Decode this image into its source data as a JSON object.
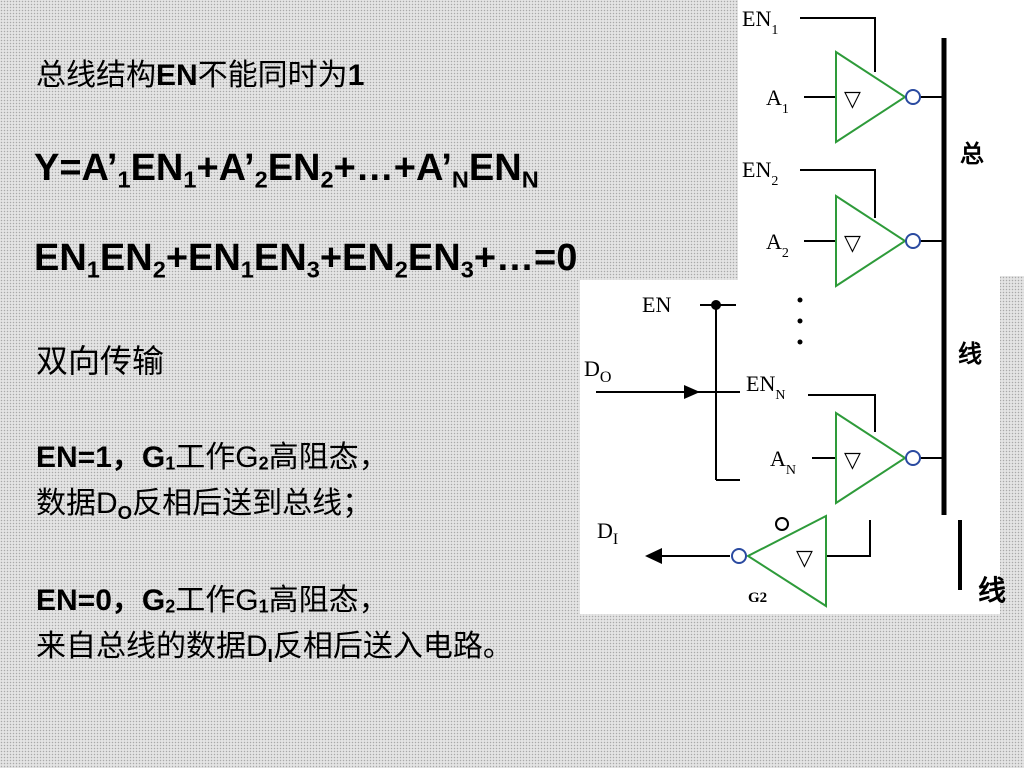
{
  "slide": {
    "line1": {
      "pre": "总线结构",
      "en": "EN",
      "post": "不能同时为",
      "num": "1"
    },
    "eq1": {
      "p1": "Y=A’",
      "s1": "1",
      "p2": "EN",
      "s2": "1",
      "p3": "+A’",
      "s3": "2",
      "p4": "EN",
      "s4": "2",
      "p5": "+…+A’",
      "s5": "N",
      "p6": "EN",
      "s6": "N"
    },
    "eq2": {
      "p1": "EN",
      "s1": "1",
      "p2": "EN",
      "s2": "2",
      "p3": "+EN",
      "s3": "1",
      "p4": "EN",
      "s4": "3",
      "p5": "+EN",
      "s5": "2",
      "p6": "EN",
      "s6": "3",
      "p7": "+…=0"
    },
    "bidir": "双向传输",
    "en1": {
      "a": "EN=1，G",
      "s1": "1",
      "b": "工作G",
      "s2": "2",
      "c": "高阻态，"
    },
    "en1b": {
      "a": "数据D",
      "s": "O",
      "b": "反相后送到总线；"
    },
    "en0": {
      "a": "EN=0，G",
      "s1": "2",
      "b": "工作G",
      "s2": "1",
      "c": "高阻态，"
    },
    "en0b": {
      "a": "来自总线的数据D",
      "s": "I",
      "b": "反相后送入电路。"
    }
  },
  "diagram": {
    "en1_label": "EN",
    "en1_sub": "1",
    "a1_label": "A",
    "a1_sub": "1",
    "en2_label": "EN",
    "en2_sub": "2",
    "a2_label": "A",
    "a2_sub": "2",
    "en_label": "EN",
    "do_label": "D",
    "do_sub": "O",
    "enn_label": "EN",
    "enn_sub": "N",
    "an_label": "A",
    "an_sub": "N",
    "di_label": "D",
    "di_sub": "I",
    "g2_label": "G2",
    "bus_char1": "总",
    "bus_char2": "线",
    "bus_char3": "线",
    "buffer_symbol": "▽",
    "colors": {
      "gate": "#2e9b3a",
      "bubble": "#2a4aa0",
      "wire": "#000000"
    }
  }
}
